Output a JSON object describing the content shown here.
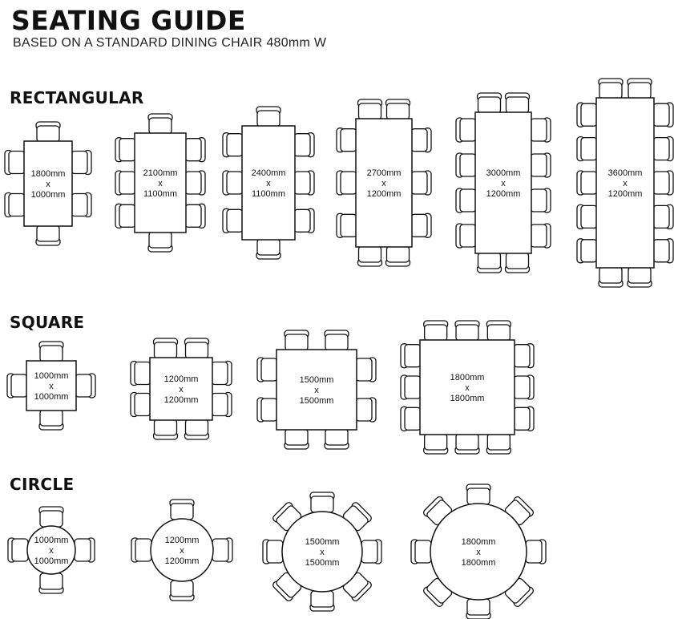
{
  "header": {
    "title": "SEATING GUIDE",
    "subtitle": "BASED ON A STANDARD DINING CHAIR 480mm W"
  },
  "sections": {
    "rectangular": "RECTANGULAR",
    "square": "SQUARE",
    "circle": "CIRCLE"
  },
  "tables": {
    "rectangular": [
      {
        "line1": "1800mm",
        "sep": "x",
        "line2": "1000mm",
        "seats_per_long_side": 2,
        "seats_per_short_side": 1
      },
      {
        "line1": "2100mm",
        "sep": "x",
        "line2": "1100mm",
        "seats_per_long_side": 3,
        "seats_per_short_side": 1
      },
      {
        "line1": "2400mm",
        "sep": "x",
        "line2": "1100mm",
        "seats_per_long_side": 3,
        "seats_per_short_side": 1
      },
      {
        "line1": "2700mm",
        "sep": "x",
        "line2": "1200mm",
        "seats_per_long_side": 3,
        "seats_per_short_side": 2
      },
      {
        "line1": "3000mm",
        "sep": "x",
        "line2": "1200mm",
        "seats_per_long_side": 4,
        "seats_per_short_side": 2
      },
      {
        "line1": "3600mm",
        "sep": "x",
        "line2": "1200mm",
        "seats_per_long_side": 5,
        "seats_per_short_side": 2
      }
    ],
    "square": [
      {
        "line1": "1000mm",
        "sep": "x",
        "line2": "1000mm",
        "seats_per_side": 1
      },
      {
        "line1": "1200mm",
        "sep": "x",
        "line2": "1200mm",
        "seats_per_side": 2
      },
      {
        "line1": "1500mm",
        "sep": "x",
        "line2": "1500mm",
        "seats_per_side": 2
      },
      {
        "line1": "1800mm",
        "sep": "x",
        "line2": "1800mm",
        "seats_per_side": 3
      }
    ],
    "circle": [
      {
        "line1": "1000mm",
        "sep": "x",
        "line2": "1000mm",
        "seats": 4
      },
      {
        "line1": "1200mm",
        "sep": "x",
        "line2": "1200mm",
        "seats": 4
      },
      {
        "line1": "1500mm",
        "sep": "x",
        "line2": "1500mm",
        "seats": 8
      },
      {
        "line1": "1800mm",
        "sep": "x",
        "line2": "1800mm",
        "seats": 8
      }
    ]
  }
}
